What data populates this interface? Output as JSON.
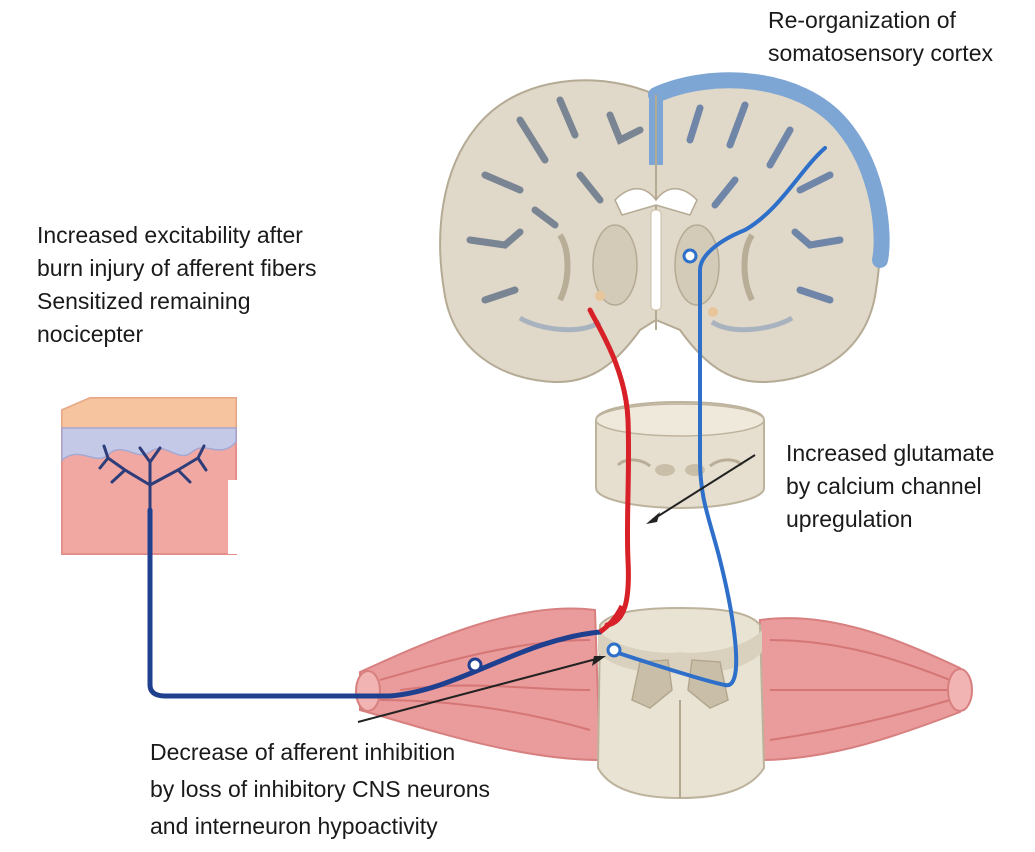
{
  "labels": {
    "cortex": [
      "Re-organization of",
      "somatosensory cortex"
    ],
    "excitability": [
      "Increased excitability after",
      "burn injury of afferent fibers",
      "Sensitized remaining",
      "nocicepter"
    ],
    "glutamate": [
      "Increased glutamate",
      "by calcium channel",
      "upregulation"
    ],
    "inhibition": [
      "Decrease of afferent inhibition",
      "by loss of inhibitory CNS neurons",
      "and interneuron hypoactivity"
    ]
  },
  "colors": {
    "brain_tissue": "#e0d8c8",
    "brain_outline": "#b5aa94",
    "sulcus": "#6f7d8e",
    "cortex_highlight": "#7ea6d4",
    "ascending_pathway": "#d72027",
    "afferent_fiber": "#1f3f8f",
    "cortical_pathway": "#2d6fc9",
    "skin_dermis": "#f1a8a3",
    "skin_surface": "#f7c4a0",
    "muscle": "#e98f8f"
  },
  "icons": [
    "brain-coronal-section",
    "brainstem-section",
    "spinal-cord-section",
    "skin-block",
    "nerve-ending",
    "muscle-bundle"
  ]
}
